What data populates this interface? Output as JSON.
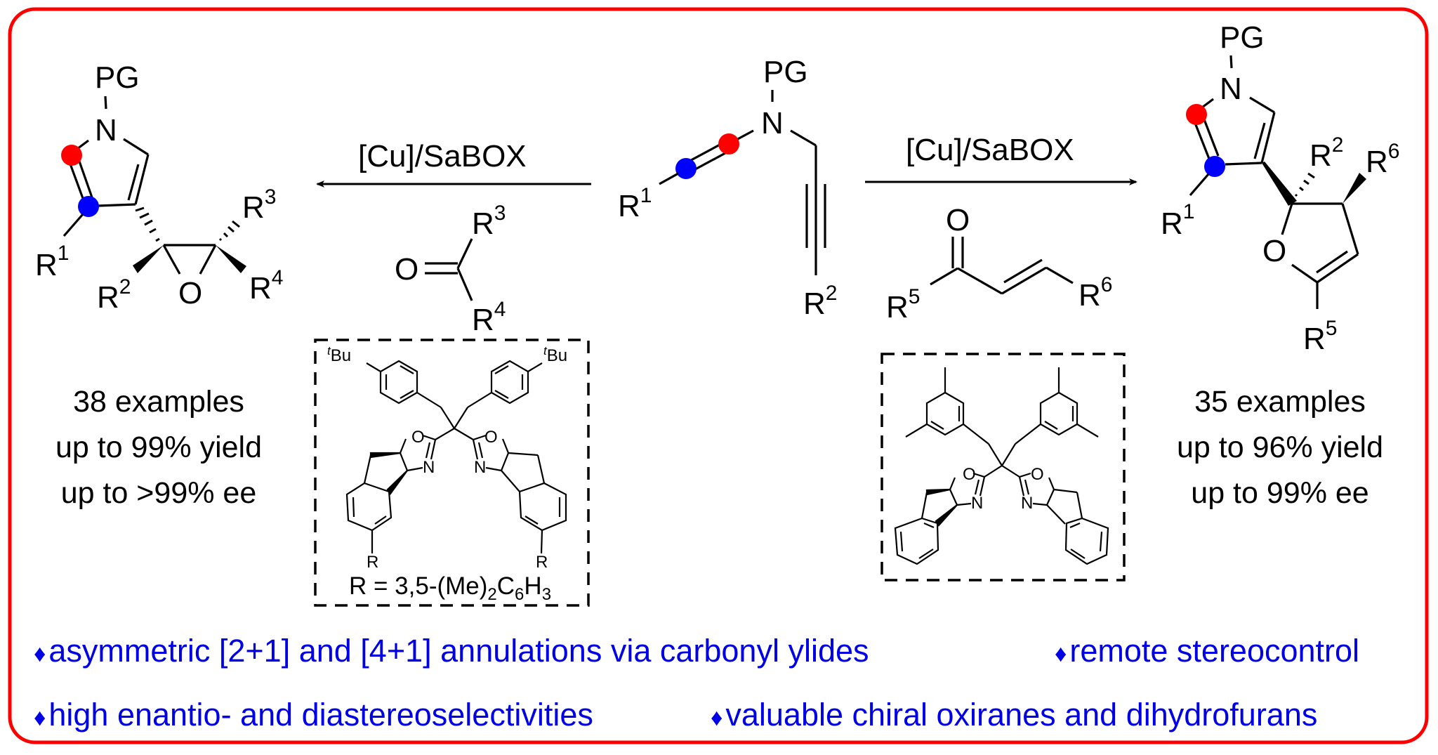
{
  "colors": {
    "frame": "#ff0000",
    "feature_text": "#0000e6",
    "atom_marker_red": "#ff0000",
    "atom_marker_blue": "#0000ff"
  },
  "starting_material": {
    "protecting_group": "PG",
    "nitrogen": "N",
    "r1": "R",
    "r1_sup": "1",
    "r2": "R",
    "r2_sup": "2"
  },
  "left_reaction": {
    "catalyst": "[Cu]/SaBOX",
    "direction": "left",
    "reagent": {
      "oxygen": "O",
      "r3": "R",
      "r3_sup": "3",
      "r4": "R",
      "r4_sup": "4"
    },
    "ligand": {
      "tbu_prefix": "t",
      "tbu": "Bu",
      "o_label": "O",
      "n_label": "N",
      "r_label": "R",
      "definition_parts": [
        "R = 3,5-(Me)",
        "2",
        "C",
        "6",
        "H",
        "3"
      ]
    },
    "product": {
      "protecting_group": "PG",
      "nitrogen": "N",
      "oxygen": "O",
      "r1": "R",
      "r1_sup": "1",
      "r2": "R",
      "r2_sup": "2",
      "r3": "R",
      "r3_sup": "3",
      "r4": "R",
      "r4_sup": "4"
    },
    "stats": [
      "38 examples",
      "up to 99% yield",
      "up to >99% ee"
    ]
  },
  "right_reaction": {
    "catalyst": "[Cu]/SaBOX",
    "direction": "right",
    "reagent": {
      "oxygen": "O",
      "r5": "R",
      "r5_sup": "5",
      "r6": "R",
      "r6_sup": "6"
    },
    "ligand": {
      "o_label": "O",
      "n_label": "N"
    },
    "product": {
      "protecting_group": "PG",
      "nitrogen": "N",
      "oxygen": "O",
      "r1": "R",
      "r1_sup": "1",
      "r2": "R",
      "r2_sup": "2",
      "r5": "R",
      "r5_sup": "5",
      "r6": "R",
      "r6_sup": "6"
    },
    "stats": [
      "35 examples",
      "up to 96% yield",
      "up to 99% ee"
    ]
  },
  "features": {
    "bullet": "♦",
    "items": [
      "asymmetric [2+1] and [4+1] annulations via carbonyl ylides",
      "remote stereocontrol",
      "high enantio- and diastereoselectivities",
      "valuable chiral oxiranes and dihydrofurans"
    ]
  }
}
